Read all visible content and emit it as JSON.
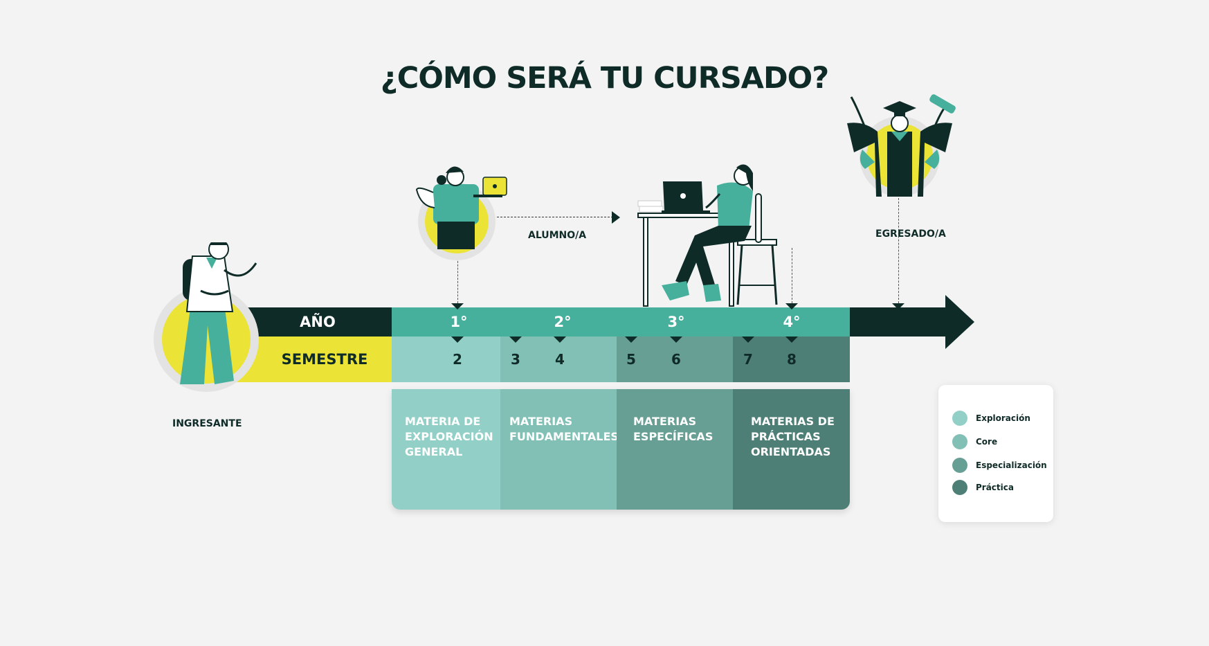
{
  "title": "¿CÓMO SERÁ TU CURSADO?",
  "labels": {
    "ingresante": "INGRESANTE",
    "alumno": "ALUMNO/A",
    "egresado": "EGRESADO/A"
  },
  "rows": {
    "ano": "AÑO",
    "semestre": "SEMESTRE"
  },
  "years": [
    "1°",
    "2°",
    "3°",
    "4°"
  ],
  "semesters": [
    "2",
    "3",
    "4",
    "5",
    "6",
    "7",
    "8"
  ],
  "subjects": [
    "MATERIA DE EXPLORACIÓN GENERAL",
    "MATERIAS FUNDAMENTALES",
    "MATERIAS ESPECÍFICAS",
    "MATERIAS DE PRÁCTICAS ORIENTADAS"
  ],
  "legend": [
    {
      "label": "Exploración",
      "color": "#92d0c7"
    },
    {
      "label": "Core",
      "color": "#82c0b6"
    },
    {
      "label": "Especialización",
      "color": "#679f95"
    },
    {
      "label": "Práctica",
      "color": "#4e7f77"
    }
  ],
  "colors": {
    "dark": "#0f2b27",
    "teal": "#46b09d",
    "yellow": "#ebe336"
  }
}
